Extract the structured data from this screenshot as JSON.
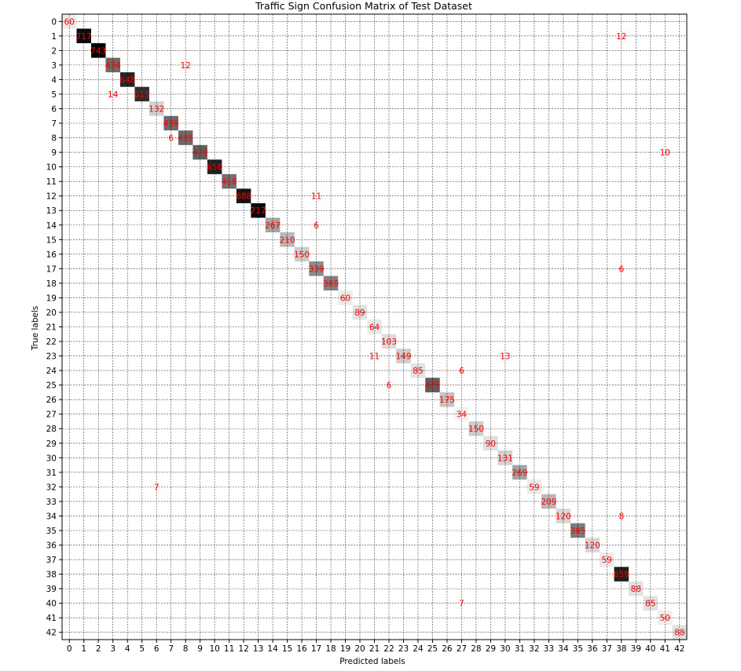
{
  "chart_data": {
    "type": "heatmap",
    "title": "Traffic Sign Confusion Matrix of Test Dataset",
    "xlabel": "Predicted labels",
    "ylabel": "True labels",
    "x_categories": [
      "0",
      "1",
      "2",
      "3",
      "4",
      "5",
      "6",
      "7",
      "8",
      "9",
      "10",
      "11",
      "12",
      "13",
      "14",
      "15",
      "16",
      "17",
      "18",
      "19",
      "20",
      "21",
      "22",
      "23",
      "24",
      "25",
      "26",
      "27",
      "28",
      "29",
      "30",
      "31",
      "32",
      "33",
      "34",
      "35",
      "36",
      "37",
      "38",
      "39",
      "40",
      "41",
      "42"
    ],
    "y_categories": [
      "0",
      "1",
      "2",
      "3",
      "4",
      "5",
      "6",
      "7",
      "8",
      "9",
      "10",
      "11",
      "12",
      "13",
      "14",
      "15",
      "16",
      "17",
      "18",
      "19",
      "20",
      "21",
      "22",
      "23",
      "24",
      "25",
      "26",
      "27",
      "28",
      "29",
      "30",
      "31",
      "32",
      "33",
      "34",
      "35",
      "36",
      "37",
      "38",
      "39",
      "40",
      "41",
      "42"
    ],
    "colormap": "Greys",
    "value_range": [
      0,
      750
    ],
    "grid": true,
    "grid_style": "dashed",
    "label_color": "#ff0000",
    "cells": [
      {
        "row": 0,
        "col": 0,
        "value": 60
      },
      {
        "row": 1,
        "col": 1,
        "value": 717
      },
      {
        "row": 1,
        "col": 38,
        "value": 12
      },
      {
        "row": 2,
        "col": 2,
        "value": 743
      },
      {
        "row": 3,
        "col": 3,
        "value": 434
      },
      {
        "row": 3,
        "col": 8,
        "value": 12
      },
      {
        "row": 4,
        "col": 4,
        "value": 648
      },
      {
        "row": 5,
        "col": 3,
        "value": 14
      },
      {
        "row": 5,
        "col": 5,
        "value": 615
      },
      {
        "row": 6,
        "col": 6,
        "value": 132
      },
      {
        "row": 7,
        "col": 7,
        "value": 439
      },
      {
        "row": 8,
        "col": 7,
        "value": 6
      },
      {
        "row": 8,
        "col": 8,
        "value": 435
      },
      {
        "row": 9,
        "col": 9,
        "value": 470
      },
      {
        "row": 9,
        "col": 41,
        "value": 10
      },
      {
        "row": 10,
        "col": 10,
        "value": 656
      },
      {
        "row": 11,
        "col": 11,
        "value": 418
      },
      {
        "row": 12,
        "col": 12,
        "value": 688
      },
      {
        "row": 12,
        "col": 17,
        "value": 11
      },
      {
        "row": 13,
        "col": 13,
        "value": 717
      },
      {
        "row": 14,
        "col": 14,
        "value": 267
      },
      {
        "row": 14,
        "col": 17,
        "value": 6
      },
      {
        "row": 15,
        "col": 15,
        "value": 210
      },
      {
        "row": 16,
        "col": 16,
        "value": 150
      },
      {
        "row": 17,
        "col": 17,
        "value": 339
      },
      {
        "row": 17,
        "col": 38,
        "value": 6
      },
      {
        "row": 18,
        "col": 18,
        "value": 369
      },
      {
        "row": 19,
        "col": 19,
        "value": 60
      },
      {
        "row": 20,
        "col": 20,
        "value": 89
      },
      {
        "row": 21,
        "col": 21,
        "value": 64
      },
      {
        "row": 22,
        "col": 22,
        "value": 103
      },
      {
        "row": 23,
        "col": 21,
        "value": 11
      },
      {
        "row": 23,
        "col": 23,
        "value": 149
      },
      {
        "row": 23,
        "col": 30,
        "value": 13
      },
      {
        "row": 24,
        "col": 24,
        "value": 85
      },
      {
        "row": 24,
        "col": 27,
        "value": 6
      },
      {
        "row": 25,
        "col": 22,
        "value": 6
      },
      {
        "row": 25,
        "col": 25,
        "value": 475
      },
      {
        "row": 26,
        "col": 26,
        "value": 175
      },
      {
        "row": 27,
        "col": 27,
        "value": 34
      },
      {
        "row": 28,
        "col": 28,
        "value": 150
      },
      {
        "row": 29,
        "col": 29,
        "value": 90
      },
      {
        "row": 30,
        "col": 30,
        "value": 131
      },
      {
        "row": 31,
        "col": 31,
        "value": 269
      },
      {
        "row": 32,
        "col": 6,
        "value": 7
      },
      {
        "row": 32,
        "col": 32,
        "value": 59
      },
      {
        "row": 33,
        "col": 33,
        "value": 209
      },
      {
        "row": 34,
        "col": 34,
        "value": 120
      },
      {
        "row": 34,
        "col": 38,
        "value": 8
      },
      {
        "row": 35,
        "col": 35,
        "value": 385
      },
      {
        "row": 36,
        "col": 36,
        "value": 120
      },
      {
        "row": 37,
        "col": 37,
        "value": 59
      },
      {
        "row": 38,
        "col": 38,
        "value": 659
      },
      {
        "row": 39,
        "col": 39,
        "value": 88
      },
      {
        "row": 40,
        "col": 27,
        "value": 7
      },
      {
        "row": 40,
        "col": 40,
        "value": 85
      },
      {
        "row": 41,
        "col": 41,
        "value": 50
      },
      {
        "row": 42,
        "col": 42,
        "value": 88
      }
    ]
  }
}
